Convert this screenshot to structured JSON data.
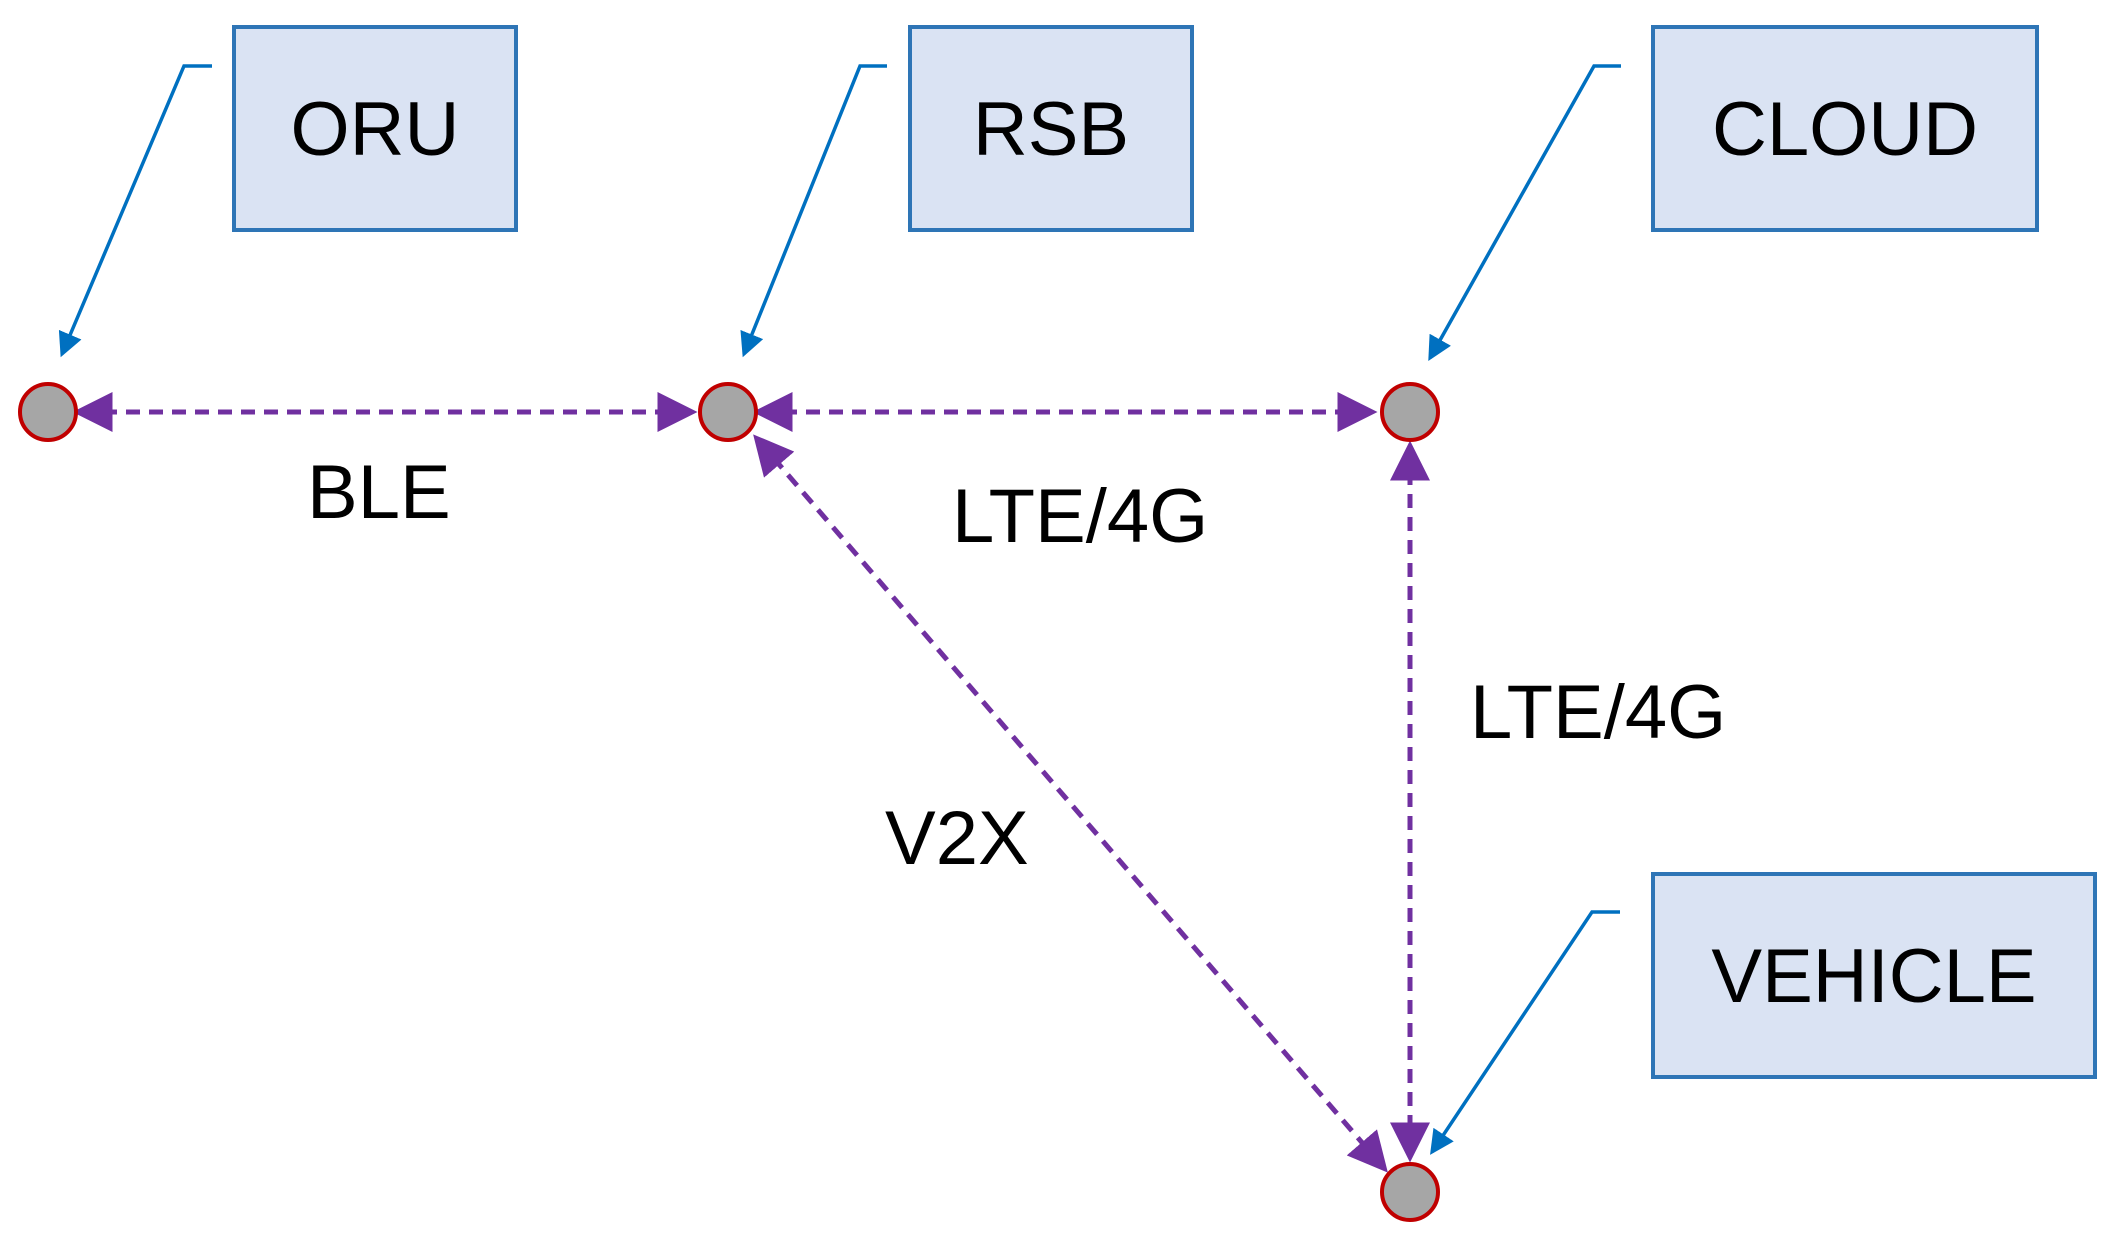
{
  "colors": {
    "box_fill": "#dae3f3",
    "box_border": "#2e75b6",
    "callout": "#0070c0",
    "link": "#7030a0",
    "node_fill": "#a6a6a6",
    "node_border": "#c00000"
  },
  "nodes": {
    "oru": {
      "label": "ORU"
    },
    "rsb": {
      "label": "RSB"
    },
    "cloud": {
      "label": "CLOUD"
    },
    "vehicle": {
      "label": "VEHICLE"
    }
  },
  "links": {
    "oru_rsb": "BLE",
    "rsb_cloud": "LTE/4G",
    "cloud_vehicle": "LTE/4G",
    "rsb_vehicle": "V2X"
  }
}
